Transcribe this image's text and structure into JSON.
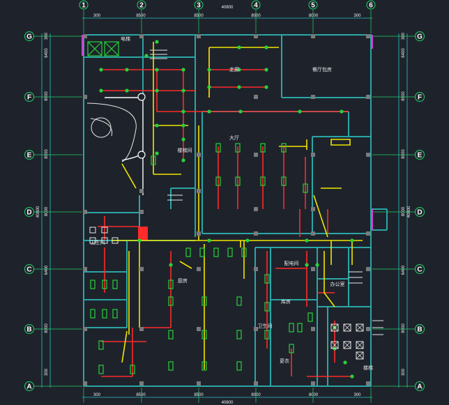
{
  "drawing": {
    "overall_dimension": "40800",
    "overall_dimension_vertical": "40800",
    "top_edge_dims": [
      "300",
      "8500",
      "8500",
      "8000",
      "8000",
      "300"
    ],
    "bottom_edge_dims": [
      "300",
      "8500",
      "8500",
      "8000",
      "8000",
      "300"
    ],
    "left_edge_dims": [
      "300",
      "6400",
      "8000",
      "8000",
      "8000",
      "6400",
      "8000",
      "300"
    ],
    "right_edge_dims": [
      "300",
      "6400",
      "8000",
      "8000",
      "8000",
      "6400",
      "8000",
      "300"
    ]
  },
  "grid": {
    "columns": [
      "1",
      "2",
      "3",
      "4",
      "5",
      "6"
    ],
    "rows": [
      "G",
      "F",
      "E",
      "D",
      "C",
      "B",
      "A"
    ]
  },
  "rooms": [
    {
      "id": "r1",
      "label": "电梯"
    },
    {
      "id": "r2",
      "label": "走廊"
    },
    {
      "id": "r3",
      "label": "餐厅包房"
    },
    {
      "id": "r4",
      "label": "大厅"
    },
    {
      "id": "r5",
      "label": "楼梯间"
    },
    {
      "id": "r6",
      "label": "卫生间"
    },
    {
      "id": "r7",
      "label": "厨房"
    },
    {
      "id": "r8",
      "label": "配电间"
    },
    {
      "id": "r9",
      "label": "库房"
    },
    {
      "id": "r10",
      "label": "办公室"
    },
    {
      "id": "r11",
      "label": "卫生间"
    },
    {
      "id": "r12",
      "label": "更衣"
    },
    {
      "id": "r13",
      "label": "楼梯"
    }
  ],
  "colors": {
    "background": "#1e232b",
    "wall": "#2aa6a6",
    "circuit_red": "#ff2a2a",
    "circuit_yellow": "#f2e600",
    "device_green": "#27d23a",
    "column_gray": "#7a7a7a",
    "grid_line": "#22d26a",
    "dim_line": "#20c8c8"
  }
}
